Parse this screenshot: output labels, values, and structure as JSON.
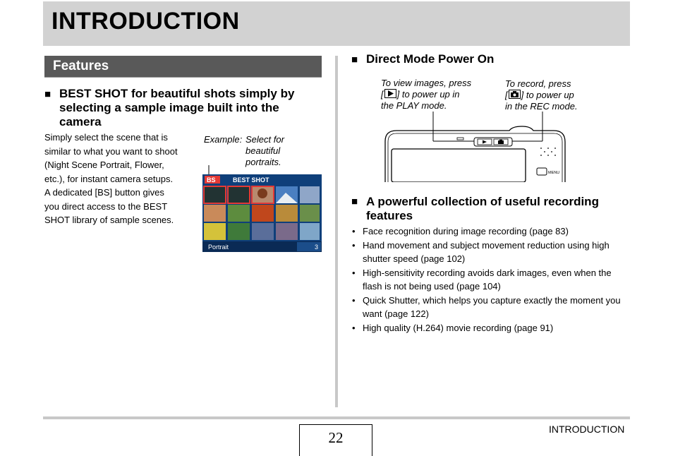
{
  "header": {
    "title": "INTRODUCTION"
  },
  "features": {
    "section_label": "Features",
    "best_shot": {
      "heading_line1": "BEST SHOT for beautiful shots simply by",
      "heading_line2": "selecting a sample image built into the",
      "heading_line3": "camera",
      "body_line1": "Simply select the scene that is",
      "body_line2": "similar to what you want to shoot",
      "body_line3": "(Night Scene Portrait, Flower,",
      "body_line4": "etc.), for instant camera setups.",
      "body_line5": "A dedicated [BS] button gives",
      "body_line6": "you direct access to the BEST",
      "body_line7": "SHOT library of sample scenes.",
      "example_prefix": "Example:",
      "example_line1": "Select for",
      "example_line2": "beautiful",
      "example_line3": "portraits.",
      "screen": {
        "badge": "BS",
        "title": "BEST SHOT",
        "footer_label": "Portrait",
        "footer_number": "3"
      }
    }
  },
  "direct_mode": {
    "heading": "Direct Mode Power On",
    "play_note_line1": "To view images, press",
    "play_note_line2": "] to power up in",
    "play_note_line3": "the PLAY mode.",
    "rec_note_line1": "To record, press",
    "rec_note_line2": "] to power up",
    "rec_note_line3": "in the REC mode.",
    "camera_menu_label": "MENU",
    "icons": [
      "play-icon",
      "camera-icon"
    ]
  },
  "recording": {
    "heading_line1": "A powerful collection of useful recording",
    "heading_line2": "features",
    "bullets": [
      "Face recognition during image recording (page 83)",
      "Hand movement and subject movement reduction using high shutter speed (page 102)",
      "High-sensitivity recording avoids dark images, even when the flash is not being used (page 104)",
      "Quick Shutter, which helps you capture exactly the moment you want (page 122)",
      "High quality (H.264) movie recording (page 91)"
    ]
  },
  "footer": {
    "page_number": "22",
    "section": "INTRODUCTION"
  },
  "colors": {
    "header_bar": "#d2d2d2",
    "section_bar": "#595959",
    "screen_bg": "#0f3f7a",
    "screen_accent": "#e53935"
  }
}
